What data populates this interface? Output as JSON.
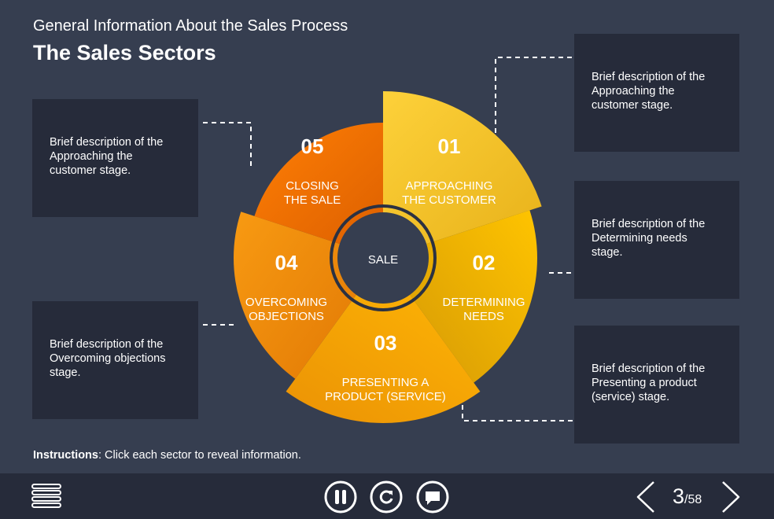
{
  "header": {
    "subtitle": "General Information About the Sales Process",
    "title": "The Sales Sectors"
  },
  "center_label": "SALE",
  "sectors": [
    {
      "number": "01",
      "line1": "APPROACHING",
      "line2": "THE CUSTOMER"
    },
    {
      "number": "02",
      "line1": "DETERMINING",
      "line2": "NEEDS"
    },
    {
      "number": "03",
      "line1": "PRESENTING A",
      "line2": "PRODUCT (SERVICE)"
    },
    {
      "number": "04",
      "line1": "OVERCOMING",
      "line2": "OBJECTIONS"
    },
    {
      "number": "05",
      "line1": "CLOSING",
      "line2": "THE SALE"
    }
  ],
  "cards": {
    "left_top": [
      "Brief description of the",
      "Approaching the",
      "customer stage."
    ],
    "left_bottom": [
      "Brief description of the",
      "Overcoming objections",
      "stage."
    ],
    "right_1": [
      "Brief description of the",
      "Approaching the",
      "customer stage."
    ],
    "right_2": [
      "Brief description of the",
      "Determining needs",
      "stage."
    ],
    "right_3": [
      "Brief description of the",
      "Presenting a product",
      "(service) stage."
    ]
  },
  "instructions": {
    "label": "Instructions",
    "text": ": Click each sector to reveal information."
  },
  "pager": {
    "current": "3",
    "total": "/58"
  },
  "colors": {
    "background": "#363e50",
    "panel": "#262b3a",
    "sector_01": "#f7c531",
    "sector_02": "#f5b400",
    "sector_03": "#f6a200",
    "sector_04": "#f58a10",
    "sector_05": "#f06a00"
  },
  "icons": {
    "menu": "menu-icon",
    "pause": "pause-icon",
    "replay": "replay-icon",
    "notes": "speech-bubble-icon",
    "prev": "chevron-left-icon",
    "next": "chevron-right-icon"
  }
}
